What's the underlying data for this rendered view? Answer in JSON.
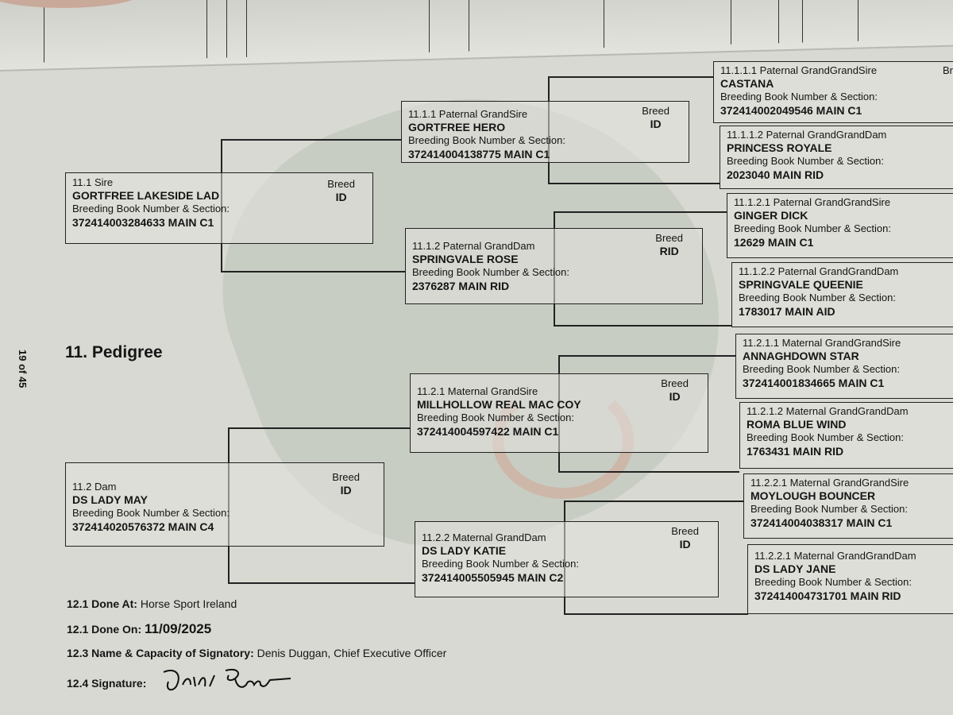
{
  "page_number": "19 of 45",
  "section_title": "11. Pedigree",
  "breeding_label": "Breeding Book Number & Section:",
  "breed_label": "Breed",
  "top_page_edge_text": "Br",
  "sire": {
    "label": "11.1 Sire",
    "name": "GORTFREE LAKESIDE LAD",
    "number": "372414003284633 MAIN C1",
    "breed": "ID"
  },
  "dam": {
    "label": "11.2 Dam",
    "name": "DS LADY MAY",
    "number": "372414020576372 MAIN C4",
    "breed": "ID"
  },
  "grandparents": [
    {
      "label": "11.1.1 Paternal GrandSire",
      "name": "GORTFREE HERO",
      "number": "372414004138775 MAIN C1",
      "breed": "ID"
    },
    {
      "label": "11.1.2 Paternal GrandDam",
      "name": "SPRINGVALE ROSE",
      "number": "2376287 MAIN RID",
      "breed": "RID"
    },
    {
      "label": "11.2.1 Maternal GrandSire",
      "name": "MILLHOLLOW REAL MAC COY",
      "number": "372414004597422 MAIN C1",
      "breed": "ID"
    },
    {
      "label": "11.2.2 Maternal GrandDam",
      "name": "DS LADY KATIE",
      "number": "372414005505945 MAIN C2",
      "breed": "ID"
    }
  ],
  "great_grandparents": [
    {
      "label": "11.1.1.1 Paternal GrandGrandSire",
      "name": "CASTANA",
      "number": "372414002049546 MAIN C1"
    },
    {
      "label": "11.1.1.2 Paternal GrandGrandDam",
      "name": "PRINCESS ROYALE",
      "number": "2023040 MAIN RID"
    },
    {
      "label": "11.1.2.1 Paternal GrandGrandSire",
      "name": "GINGER DICK",
      "number": "12629 MAIN C1"
    },
    {
      "label": "11.1.2.2 Paternal GrandGrandDam",
      "name": "SPRINGVALE QUEENIE",
      "number": "1783017 MAIN AID"
    },
    {
      "label": "11.2.1.1 Maternal GrandGrandSire",
      "name": "ANNAGHDOWN STAR",
      "number": "372414001834665 MAIN C1"
    },
    {
      "label": "11.2.1.2 Maternal GrandGrandDam",
      "name": "ROMA BLUE WIND",
      "number": "1763431 MAIN RID"
    },
    {
      "label": "11.2.2.1 Maternal GrandGrandSire",
      "name": "MOYLOUGH BOUNCER",
      "number": "372414004038317 MAIN C1"
    },
    {
      "label": "11.2.2.1 Maternal GrandGrandDam",
      "name": "DS LADY JANE",
      "number": "372414004731701 MAIN RID"
    }
  ],
  "footer": {
    "done_at_label": "12.1 Done At:",
    "done_at": "Horse Sport Ireland",
    "done_on_label": "12.1 Done On:",
    "done_on": "11/09/2025",
    "signatory_label": "12.3 Name & Capacity of Signatory:",
    "signatory": "Denis Duggan, Chief Executive Officer",
    "signature_label": "12.4 Signature:",
    "signature": "Denis Duggan"
  }
}
